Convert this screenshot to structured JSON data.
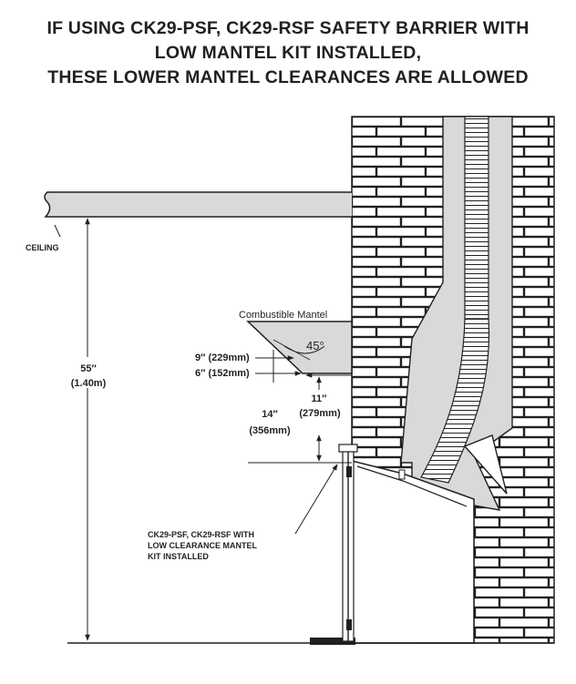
{
  "title": {
    "line1": "IF USING CK29-PSF, CK29-RSF SAFETY BARRIER WITH",
    "line2": "LOW MANTEL KIT INSTALLED,",
    "line3": "THESE LOWER MANTEL CLEARANCES ARE ALLOWED"
  },
  "labels": {
    "ceiling": "CEILING",
    "combustible_mantel": "Combustible Mantel",
    "angle": "45°",
    "dim_55_a": "55″",
    "dim_55_b": "(1.40m)",
    "dim_9": "9″ (229mm)",
    "dim_6": "6″ (152mm)",
    "dim_11_a": "11″",
    "dim_11_b": "(279mm)",
    "dim_14_a": "14″",
    "dim_14_b": "(356mm)",
    "barrier_1": "CK29-PSF, CK29-RSF WITH",
    "barrier_2": "LOW CLEARANCE MANTEL",
    "barrier_3": "KIT INSTALLED"
  },
  "colors": {
    "line": "#231f20",
    "fill_gray": "#d9d9d9",
    "brick_face": "#ffffff"
  }
}
